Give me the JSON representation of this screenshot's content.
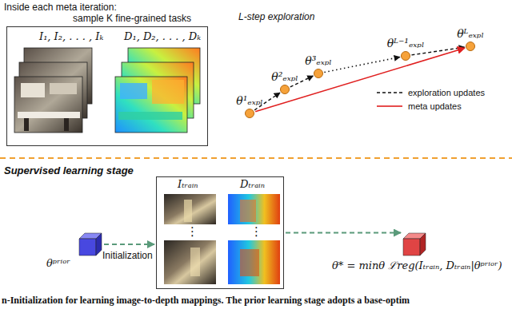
{
  "diagram": {
    "caption": "n-Initialization for learning image-to-depth mappings. The prior learning stage adopts a base-optim",
    "nodes": [
      {
        "text": [
          "sample K fine-grained tasks",
          "I₁, I₂, . . . , Iₖ",
          "D₁, D₂, . . . , Dₖ"
        ]
      },
      {
        "text": [
          "θ¹ₑₓₚₗ"
        ]
      },
      {
        "text": [
          "θ²ₑₓₚₗ"
        ]
      },
      {
        "text": [
          "θ³ₑₓₚₗ"
        ]
      },
      {
        "text": [
          "θᴸ⁻¹ₑₓₚₗ"
        ]
      },
      {
        "text": [
          "θᴸₑₓₚₗ"
        ]
      },
      {
        "text": [
          "θᵖʳⁱᵒʳ"
        ]
      },
      {
        "text": [
          "Iₜᵣₐᵢₙ",
          "Dₜᵣₐᵢₙ"
        ]
      },
      {
        "text": [
          "θ* = minθ ℒreg(Iₜᵣₐᵢₙ, Dₜᵣₐᵢₙ|θᵖʳⁱᵒʳ)"
        ]
      }
    ],
    "edges": [
      {
        "from": 1,
        "to": 2,
        "arrow": "to"
      },
      {
        "from": 2,
        "to": 3,
        "arrow": "to"
      },
      {
        "from": 3,
        "to": 4,
        "arrow": "to"
      },
      {
        "from": 4,
        "to": 5,
        "arrow": "to"
      },
      {
        "from": 1,
        "to": 5,
        "arrow": "to"
      },
      {
        "from": 6,
        "to": 7,
        "arrow": "to"
      },
      {
        "from": 7,
        "to": 8,
        "arrow": "to"
      }
    ],
    "labels": [
      "Inside each meta iteration:",
      "L-step exploration",
      "Supervised learning stage",
      "Initialization",
      "⋮",
      "⋮"
    ],
    "legend": [
      {
        "text": "exploration updates"
      },
      {
        "text": "meta updates"
      }
    ]
  }
}
